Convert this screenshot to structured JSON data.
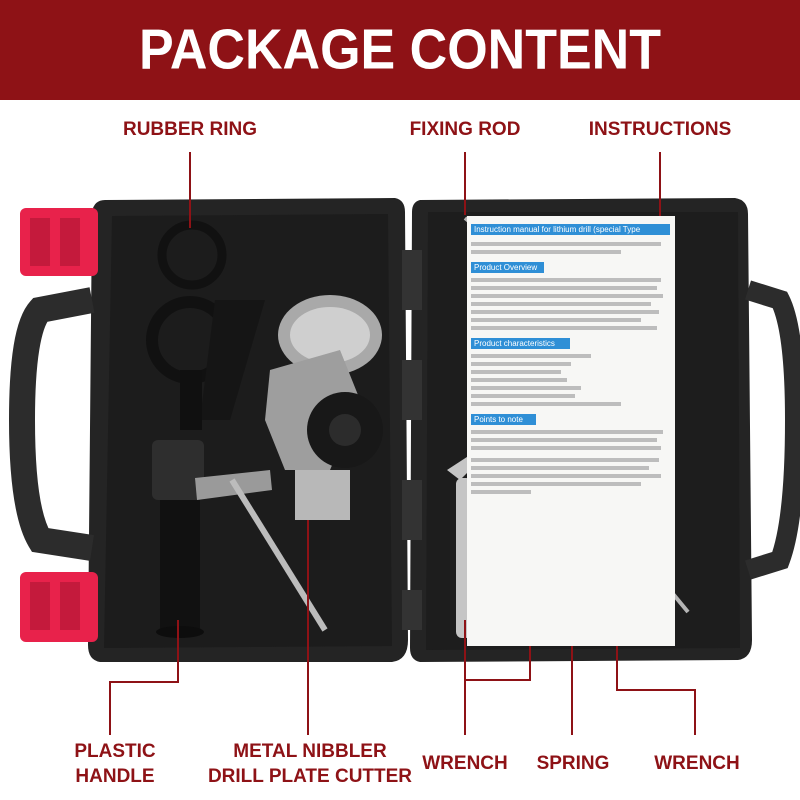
{
  "header": {
    "title": "PACKAGE CONTENT"
  },
  "labels": {
    "rubber_ring": "RUBBER RING",
    "fixing_rod": "FIXING ROD",
    "instructions": "INSTRUCTIONS",
    "plastic_handle_line1": "PLASTIC",
    "plastic_handle_line2": "HANDLE",
    "nibbler_line1": "METAL NIBBLER",
    "nibbler_line2": "DRILL PLATE CUTTER",
    "wrench_1": "WRENCH",
    "spring": "SPRING",
    "wrench_2": "WRENCH"
  },
  "manual": {
    "heading": "Instruction manual for lithium drill (special Type",
    "section_overview": "Product Overview",
    "section_characteristics": "Product characteristics",
    "section_notes": "Points to note"
  },
  "colors": {
    "brand_red": "#8e1216",
    "case_black": "#2a2a2a",
    "latch_pink": "#e8224b",
    "manual_blue": "#2f8fd6"
  }
}
